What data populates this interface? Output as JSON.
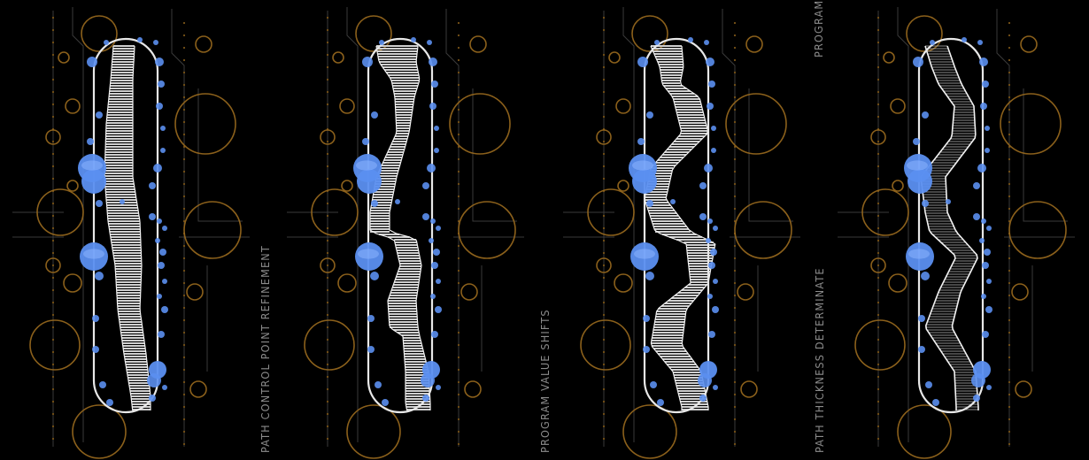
{
  "labels": {
    "l1": "PATH CONTROL POINT REFINEMENT",
    "l2": "PROGRAM VALUE SHIFTS",
    "l3": "PATH THICKNESS DETERMINATE",
    "l4": "PROGRAM"
  },
  "colors": {
    "background": "#000000",
    "capsule": "#e8e8e8",
    "band": "#cfcfcf",
    "node": "#5b8ff0",
    "ring": "#9a6a1e",
    "label": "#8c8c8c"
  }
}
